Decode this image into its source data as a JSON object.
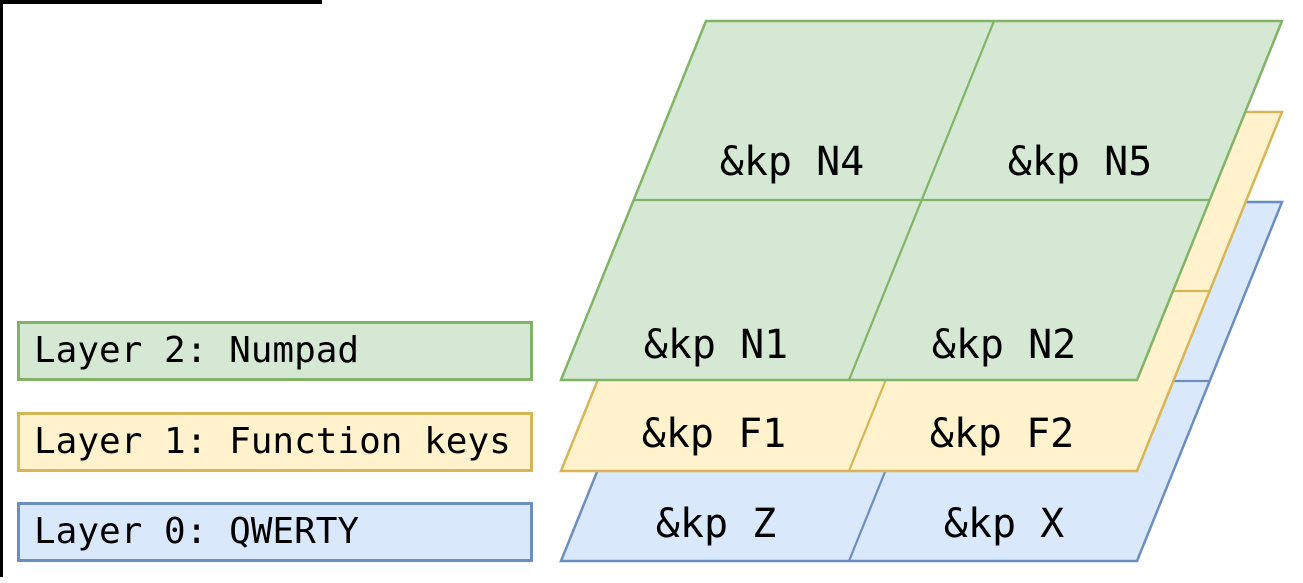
{
  "layers": [
    {
      "legend_label": "Layer 2: Numpad",
      "name": "Numpad",
      "keys": {
        "top_left": "&kp N4",
        "top_right": "&kp N5",
        "bottom_left": "&kp N1",
        "bottom_right": "&kp N2"
      }
    },
    {
      "legend_label": "Layer 1: Function keys",
      "name": "Function keys",
      "keys": {
        "bottom_left": "&kp F1",
        "bottom_right": "&kp F2"
      }
    },
    {
      "legend_label": "Layer 0: QWERTY",
      "name": "QWERTY",
      "keys": {
        "bottom_left": "&kp Z",
        "bottom_right": "&kp X"
      }
    }
  ],
  "colors": {
    "numpad_fill": "#d5e8d4",
    "numpad_stroke": "#82b366",
    "function_fill": "#fff2cc",
    "function_stroke": "#d6b656",
    "qwerty_fill": "#dae8fc",
    "qwerty_stroke": "#6c8ebf",
    "text": "#000000",
    "frame": "#000000"
  }
}
